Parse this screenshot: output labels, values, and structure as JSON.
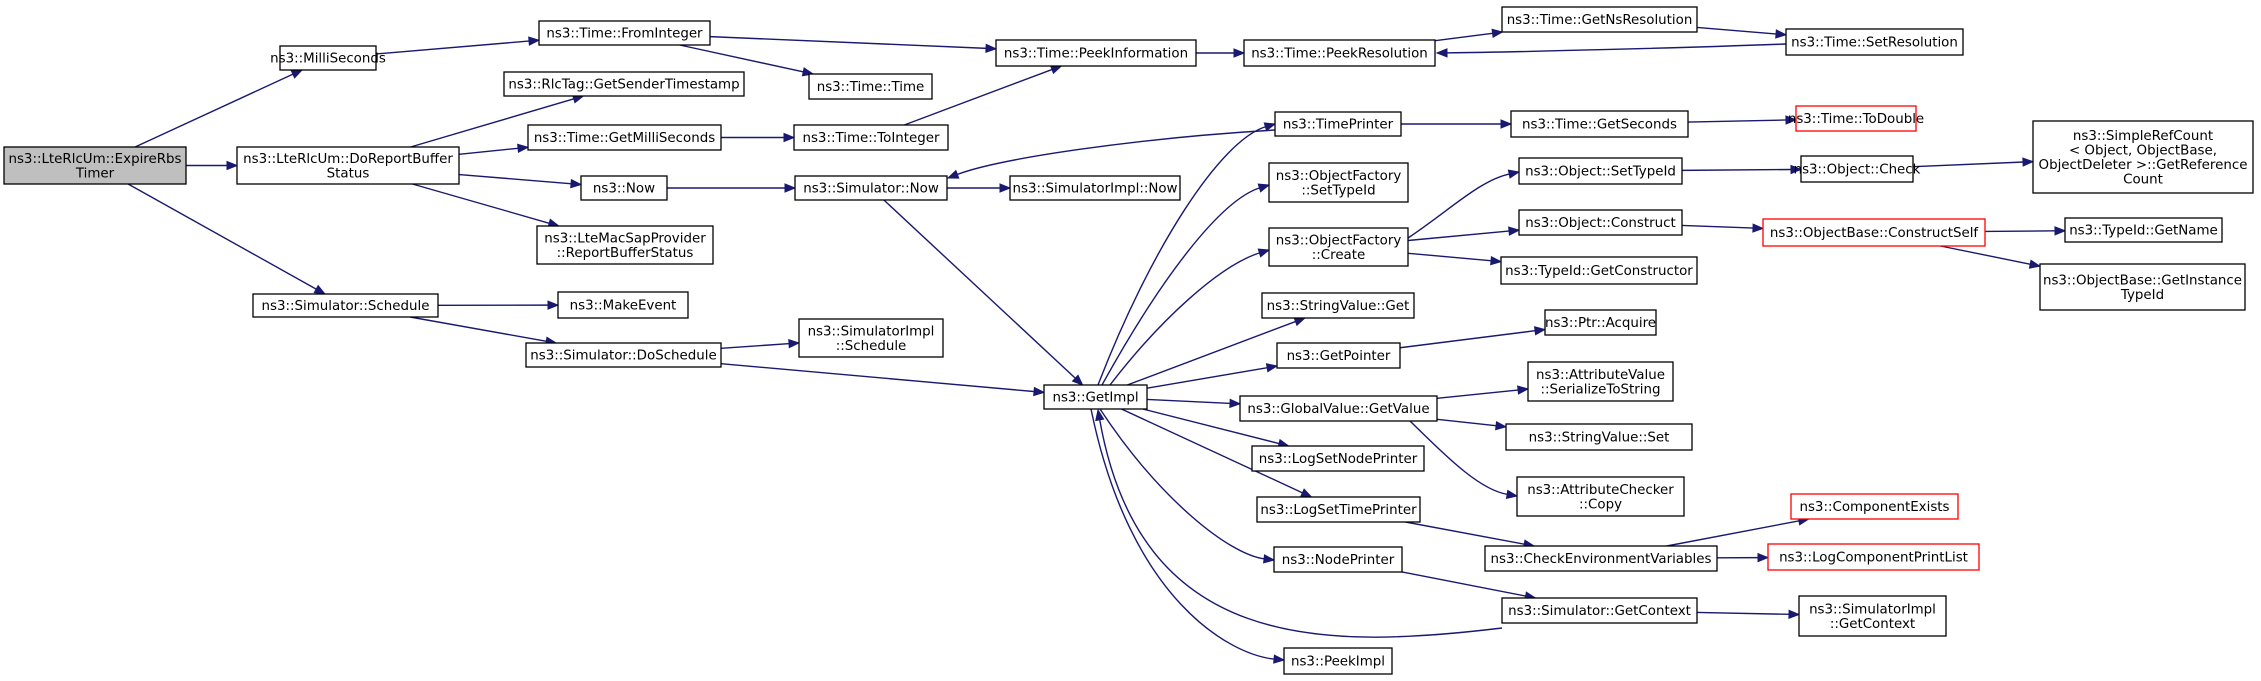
{
  "nodes": [
    {
      "id": "root",
      "lines": [
        "ns3::LteRlcUm::ExpireRbs",
        "Timer"
      ],
      "style": "root"
    },
    {
      "id": "ms",
      "lines": [
        "ns3::MilliSeconds"
      ]
    },
    {
      "id": "doreport",
      "lines": [
        "ns3::LteRlcUm::DoReportBuffer",
        "Status"
      ]
    },
    {
      "id": "schedule",
      "lines": [
        "ns3::Simulator::Schedule"
      ]
    },
    {
      "id": "fromint",
      "lines": [
        "ns3::Time::FromInteger"
      ]
    },
    {
      "id": "rlctag",
      "lines": [
        "ns3::RlcTag::GetSenderTimestamp"
      ]
    },
    {
      "id": "getms",
      "lines": [
        "ns3::Time::GetMilliSeconds"
      ]
    },
    {
      "id": "now",
      "lines": [
        "ns3::Now"
      ]
    },
    {
      "id": "macsap",
      "lines": [
        "ns3::LteMacSapProvider",
        "::ReportBufferStatus"
      ]
    },
    {
      "id": "makeevent",
      "lines": [
        "ns3::MakeEvent"
      ]
    },
    {
      "id": "dosched",
      "lines": [
        "ns3::Simulator::DoSchedule"
      ]
    },
    {
      "id": "timetime",
      "lines": [
        "ns3::Time::Time"
      ]
    },
    {
      "id": "toint",
      "lines": [
        "ns3::Time::ToInteger"
      ]
    },
    {
      "id": "simnow",
      "lines": [
        "ns3::Simulator::Now"
      ]
    },
    {
      "id": "simimplsched",
      "lines": [
        "ns3::SimulatorImpl",
        "::Schedule"
      ]
    },
    {
      "id": "peekinfo",
      "lines": [
        "ns3::Time::PeekInformation"
      ]
    },
    {
      "id": "simimplnow",
      "lines": [
        "ns3::SimulatorImpl::Now"
      ]
    },
    {
      "id": "getimpl",
      "lines": [
        "ns3::GetImpl"
      ]
    },
    {
      "id": "peekres",
      "lines": [
        "ns3::Time::PeekResolution"
      ]
    },
    {
      "id": "timeprinter",
      "lines": [
        "ns3::TimePrinter"
      ]
    },
    {
      "id": "ofsettype",
      "lines": [
        "ns3::ObjectFactory",
        "::SetTypeId"
      ]
    },
    {
      "id": "ofcreate",
      "lines": [
        "ns3::ObjectFactory",
        "::Create"
      ]
    },
    {
      "id": "strvalget",
      "lines": [
        "ns3::StringValue::Get"
      ]
    },
    {
      "id": "getptr",
      "lines": [
        "ns3::GetPointer"
      ]
    },
    {
      "id": "gvget",
      "lines": [
        "ns3::GlobalValue::GetValue"
      ]
    },
    {
      "id": "lognode",
      "lines": [
        "ns3::LogSetNodePrinter"
      ]
    },
    {
      "id": "logtime",
      "lines": [
        "ns3::LogSetTimePrinter"
      ]
    },
    {
      "id": "nodeprinter",
      "lines": [
        "ns3::NodePrinter"
      ]
    },
    {
      "id": "peekimpl",
      "lines": [
        "ns3::PeekImpl"
      ]
    },
    {
      "id": "getns",
      "lines": [
        "ns3::Time::GetNsResolution"
      ]
    },
    {
      "id": "setres",
      "lines": [
        "ns3::Time::SetResolution"
      ]
    },
    {
      "id": "getsec",
      "lines": [
        "ns3::Time::GetSeconds"
      ]
    },
    {
      "id": "todouble",
      "lines": [
        "ns3::Time::ToDouble"
      ],
      "style": "trunc"
    },
    {
      "id": "objsettype",
      "lines": [
        "ns3::Object::SetTypeId"
      ]
    },
    {
      "id": "objconstruct",
      "lines": [
        "ns3::Object::Construct"
      ]
    },
    {
      "id": "getctor",
      "lines": [
        "ns3::TypeId::GetConstructor"
      ]
    },
    {
      "id": "ptracq",
      "lines": [
        "ns3::Ptr::Acquire"
      ]
    },
    {
      "id": "avser",
      "lines": [
        "ns3::AttributeValue",
        "::SerializeToString"
      ]
    },
    {
      "id": "strvalset",
      "lines": [
        "ns3::StringValue::Set"
      ]
    },
    {
      "id": "accopy",
      "lines": [
        "ns3::AttributeChecker",
        "::Copy"
      ]
    },
    {
      "id": "checkenv",
      "lines": [
        "ns3::CheckEnvironmentVariables"
      ]
    },
    {
      "id": "simgetctx",
      "lines": [
        "ns3::Simulator::GetContext"
      ]
    },
    {
      "id": "objcheck",
      "lines": [
        "ns3::Object::Check"
      ]
    },
    {
      "id": "constructself",
      "lines": [
        "ns3::ObjectBase::ConstructSelf"
      ],
      "style": "trunc"
    },
    {
      "id": "compexists",
      "lines": [
        "ns3::ComponentExists"
      ],
      "style": "trunc"
    },
    {
      "id": "logcomplist",
      "lines": [
        "ns3::LogComponentPrintList"
      ],
      "style": "trunc"
    },
    {
      "id": "simimplctx",
      "lines": [
        "ns3::SimulatorImpl",
        "::GetContext"
      ]
    },
    {
      "id": "refcount",
      "lines": [
        "ns3::SimpleRefCount",
        "< Object, ObjectBase,",
        " ObjectDeleter >::GetReference",
        "Count"
      ]
    },
    {
      "id": "typeidname",
      "lines": [
        "ns3::TypeId::GetName"
      ]
    },
    {
      "id": "getinsttype",
      "lines": [
        "ns3::ObjectBase::GetInstance",
        "TypeId"
      ]
    }
  ],
  "edges": [
    [
      "root",
      "ms"
    ],
    [
      "root",
      "doreport"
    ],
    [
      "root",
      "schedule"
    ],
    [
      "ms",
      "fromint"
    ],
    [
      "fromint",
      "peekinfo"
    ],
    [
      "fromint",
      "timetime"
    ],
    [
      "doreport",
      "rlctag"
    ],
    [
      "doreport",
      "getms"
    ],
    [
      "doreport",
      "now"
    ],
    [
      "doreport",
      "macsap"
    ],
    [
      "getms",
      "toint"
    ],
    [
      "toint",
      "peekinfo"
    ],
    [
      "now",
      "simnow"
    ],
    [
      "simnow",
      "simimplnow"
    ],
    [
      "simnow",
      "getimpl"
    ],
    [
      "schedule",
      "makeevent"
    ],
    [
      "schedule",
      "dosched"
    ],
    [
      "dosched",
      "simimplsched"
    ],
    [
      "dosched",
      "getimpl"
    ],
    [
      "peekinfo",
      "peekres"
    ],
    [
      "peekres",
      "getns"
    ],
    [
      "getns",
      "setres"
    ],
    [
      "setres",
      "peekres"
    ],
    [
      "getimpl",
      "timeprinter"
    ],
    [
      "timeprinter",
      "simnow"
    ],
    [
      "timeprinter",
      "getsec"
    ],
    [
      "getsec",
      "todouble"
    ],
    [
      "getimpl",
      "ofsettype"
    ],
    [
      "getimpl",
      "ofcreate"
    ],
    [
      "getimpl",
      "strvalget"
    ],
    [
      "getimpl",
      "getptr"
    ],
    [
      "getimpl",
      "gvget"
    ],
    [
      "getimpl",
      "lognode"
    ],
    [
      "getimpl",
      "logtime"
    ],
    [
      "getimpl",
      "nodeprinter"
    ],
    [
      "getimpl",
      "peekimpl"
    ],
    [
      "ofcreate",
      "objsettype"
    ],
    [
      "ofcreate",
      "objconstruct"
    ],
    [
      "ofcreate",
      "getctor"
    ],
    [
      "objsettype",
      "objcheck"
    ],
    [
      "objcheck",
      "refcount"
    ],
    [
      "objconstruct",
      "constructself"
    ],
    [
      "constructself",
      "typeidname"
    ],
    [
      "constructself",
      "getinsttype"
    ],
    [
      "getptr",
      "ptracq"
    ],
    [
      "gvget",
      "avser"
    ],
    [
      "gvget",
      "strvalset"
    ],
    [
      "gvget",
      "accopy"
    ],
    [
      "logtime",
      "checkenv"
    ],
    [
      "checkenv",
      "compexists"
    ],
    [
      "checkenv",
      "logcomplist"
    ],
    [
      "nodeprinter",
      "simgetctx"
    ],
    [
      "simgetctx",
      "simimplctx"
    ],
    [
      "simgetctx",
      "getimpl"
    ]
  ]
}
